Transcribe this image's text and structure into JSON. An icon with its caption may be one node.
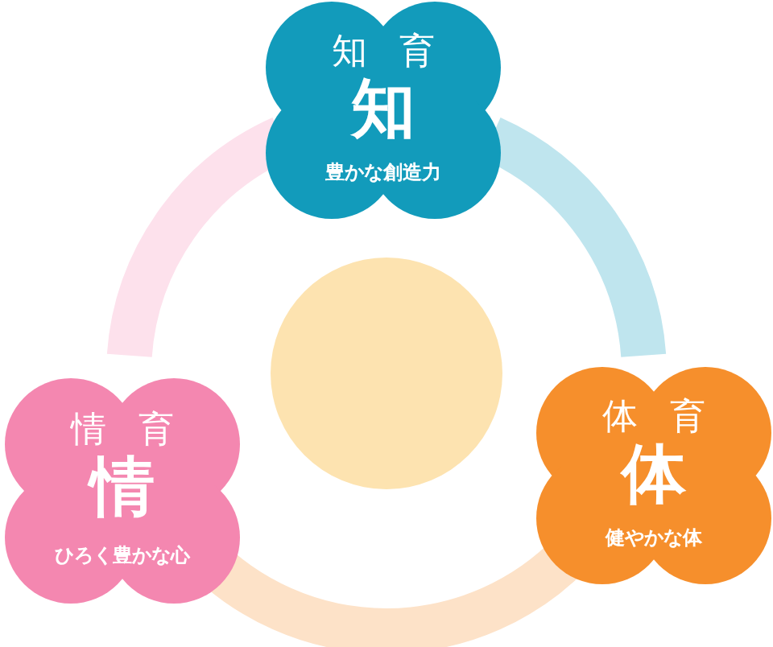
{
  "diagram": {
    "nodes": [
      {
        "text": [
          "知育",
          "知",
          "豊かな創造力"
        ]
      },
      {
        "text": [
          "体育",
          "体",
          "健やかな体"
        ]
      },
      {
        "text": [
          "情育",
          "情",
          "ひろく豊かな心"
        ]
      },
      {
        "text": [],
        "shape": "circle"
      }
    ],
    "edges": [
      {
        "from": 2,
        "to": 0,
        "arrow": "none",
        "color": "#fde1ec"
      },
      {
        "from": 0,
        "to": 1,
        "arrow": "none",
        "color": "#bfe5ee"
      },
      {
        "from": 2,
        "to": 1,
        "arrow": "none",
        "color": "#fde2c8"
      }
    ]
  }
}
